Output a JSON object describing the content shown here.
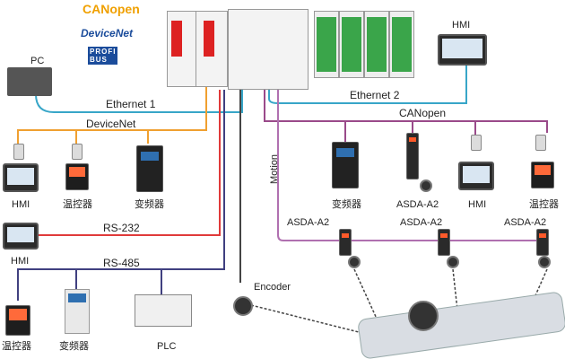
{
  "logos": {
    "canopen": "CANopen",
    "devicenet": "DeviceNet",
    "profibus_line1": "PROFI",
    "profibus_line2": "BUS"
  },
  "labels": {
    "pc": "PC",
    "hmi_top": "HMI",
    "ethernet1": "Ethernet 1",
    "ethernet2": "Ethernet 2",
    "devicenet": "DeviceNet",
    "canopen": "CANopen",
    "motion": "Motion",
    "rs232": "RS-232",
    "rs485": "RS-485",
    "encoder": "Encoder",
    "dn_hmi": "HMI",
    "dn_temp": "温控器",
    "dn_vfd": "变频器",
    "can_vfd": "变频器",
    "can_asda": "ASDA-A2",
    "can_hmi": "HMI",
    "can_temp": "温控器",
    "motion_asda1": "ASDA-A2",
    "motion_asda2": "ASDA-A2",
    "motion_asda3": "ASDA-A2",
    "rs232_hmi": "HMI",
    "rs485_temp": "温控器",
    "rs485_vfd": "变频器",
    "rs485_plc": "PLC"
  },
  "colors": {
    "ethernet": "#38a6c8",
    "devicenet": "#f0a030",
    "canopen": "#9a4a8a",
    "rs232": "#e03a3a",
    "rs485": "#404080",
    "motion": "#b070b0",
    "encoder": "#444444"
  }
}
